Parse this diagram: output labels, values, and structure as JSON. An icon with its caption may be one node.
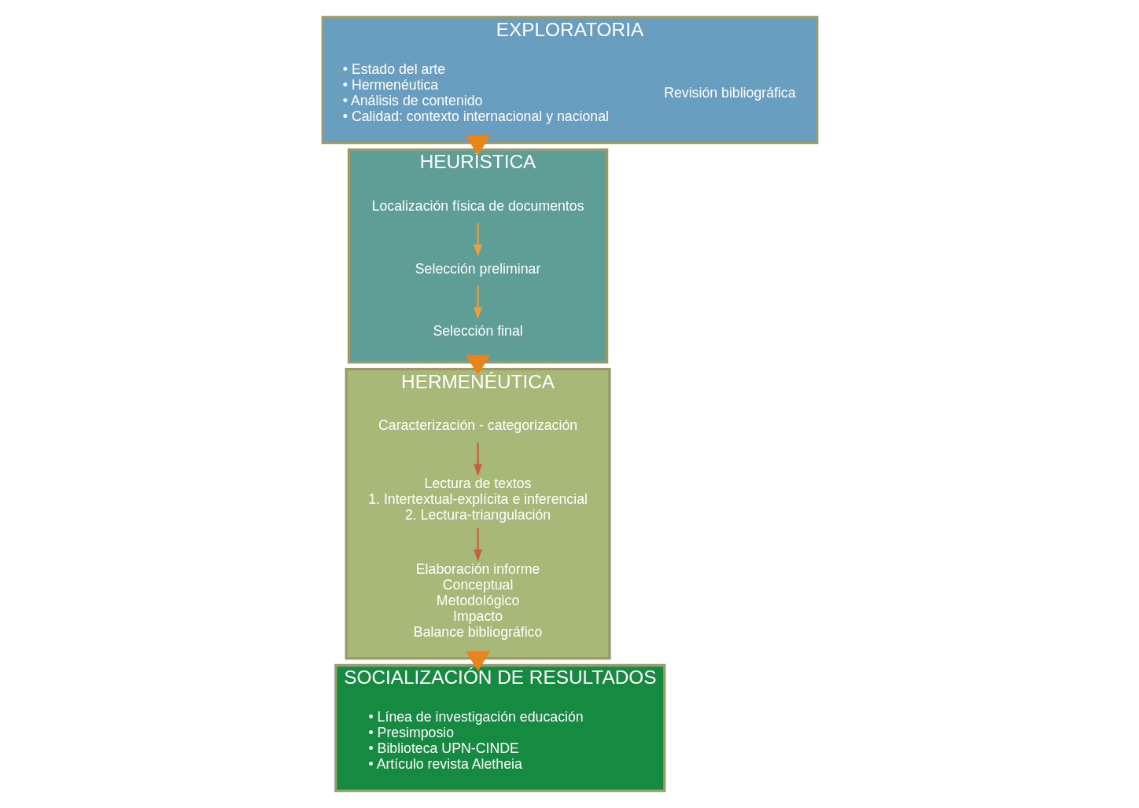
{
  "diagram": {
    "nodes": [
      {
        "text": [
          "EXPLORATORIA"
        ]
      },
      {
        "text": [
          "Revisión bibliográfica"
        ],
        "in": 0
      },
      {
        "text": [
          "• Estado del arte",
          "• Hermenéutica",
          "• Análisis de contenido",
          "• Calidad: contexto internacional y nacional"
        ],
        "in": 0
      },
      {
        "text": [
          "HEURÍSTICA"
        ]
      },
      {
        "text": [
          "Localización física de documentos"
        ],
        "in": 3
      },
      {
        "text": [
          "Selección preliminar"
        ],
        "in": 3
      },
      {
        "text": [
          "Selección final"
        ],
        "in": 3
      },
      {
        "text": [
          "HERMENÉUTICA"
        ]
      },
      {
        "text": [
          "Caracterización - categorización"
        ],
        "in": 7
      },
      {
        "text": [
          "Lectura de textos",
          "1. Intertextual-explícita e inferencial",
          "2. Lectura-triangulación"
        ],
        "in": 7
      },
      {
        "text": [
          "Elaboración informe",
          "Conceptual",
          "Metodológico",
          "Impacto",
          "Balance bibliográfico"
        ],
        "in": 7
      },
      {
        "text": [
          "SOCIALIZACIÓN DE RESULTADOS"
        ]
      },
      {
        "text": [
          "• Línea de investigación educación",
          "• Presimposio",
          "• Biblioteca UPN-CINDE",
          "• Artículo revista Aletheia"
        ],
        "in": 11
      }
    ],
    "edges": [
      {
        "from": 0,
        "to": 3,
        "arrow": "to",
        "style": "thick"
      },
      {
        "from": 4,
        "to": 5,
        "arrow": "to",
        "color": "#e8a040"
      },
      {
        "from": 5,
        "to": 6,
        "arrow": "to",
        "color": "#e8a040"
      },
      {
        "from": 3,
        "to": 7,
        "arrow": "to",
        "style": "thick"
      },
      {
        "from": 8,
        "to": 9,
        "arrow": "to",
        "color": "#c8603a"
      },
      {
        "from": 9,
        "to": 10,
        "arrow": "to",
        "color": "#c8603a"
      },
      {
        "from": 7,
        "to": 11,
        "arrow": "to",
        "style": "thick"
      }
    ]
  }
}
